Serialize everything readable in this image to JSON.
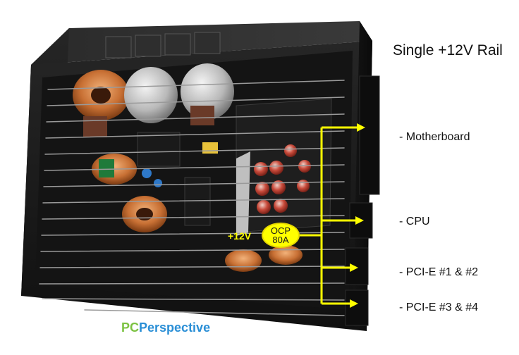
{
  "title": "Single +12V Rail",
  "rail": {
    "voltage_label": "+12V",
    "ocp_line1": "OCP",
    "ocp_line2": "80A"
  },
  "outputs": [
    {
      "label": "- Motherboard"
    },
    {
      "label": "- CPU"
    },
    {
      "label": "- PCI-E  #1 & #2"
    },
    {
      "label": "- PCI-E  #3 & #4"
    }
  ],
  "watermark": {
    "part1": "PC",
    "part2": "Perspective"
  },
  "colors": {
    "arrow": "#ffff00",
    "psu_body": "#1b1b1b",
    "watermark_pc": "#7cc242",
    "watermark_perspective": "#2b8fd6"
  }
}
